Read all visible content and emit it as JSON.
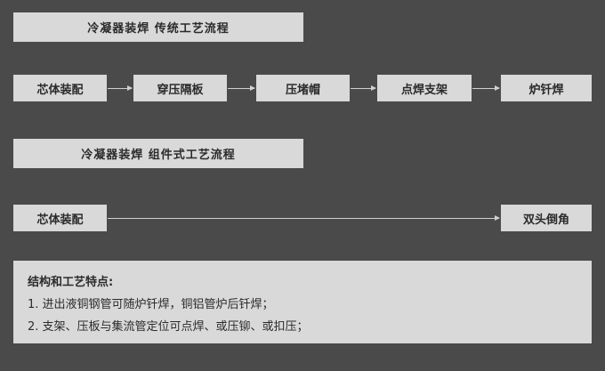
{
  "colors": {
    "background": "#4a4a4a",
    "box_fill": "#d9d9d9",
    "text": "#2b2b2b",
    "arrow": "#d0d0d0"
  },
  "flow1": {
    "title": "冷凝器装焊  传统工艺流程",
    "steps": [
      "芯体装配",
      "穿压隔板",
      "压堵帽",
      "点焊支架",
      "炉钎焊"
    ]
  },
  "flow2": {
    "title": "冷凝器装焊   组件式工艺流程",
    "steps": [
      "芯体装配",
      "双头倒角"
    ]
  },
  "notes": {
    "title": "结构和工艺特点:",
    "items": [
      "1. 进出液铜钢管可随炉钎焊，铜铝管炉后钎焊；",
      "2. 支架、压板与集流管定位可点焊、或压铆、或扣压；"
    ]
  }
}
